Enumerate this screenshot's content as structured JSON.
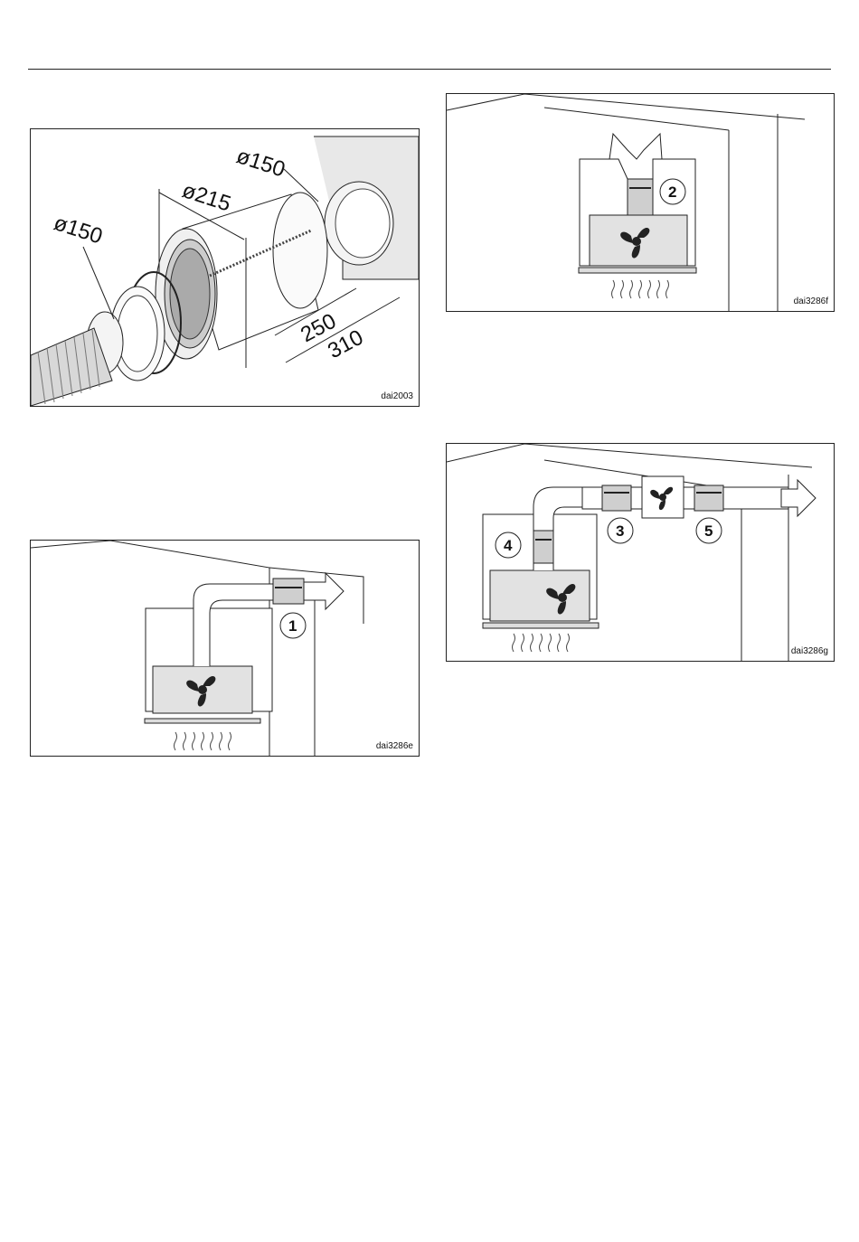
{
  "figures": {
    "filter": {
      "code": "dai2003",
      "dims": {
        "d_outlet": "ø150",
        "d_body": "ø215",
        "d_inlet": "ø150",
        "len_inner": "250",
        "len_outer": "310"
      }
    },
    "install1": {
      "code": "dai3286e",
      "marker": "1"
    },
    "install2": {
      "code": "dai3286f",
      "marker": "2"
    },
    "install3": {
      "code": "dai3286g",
      "markers": [
        "4",
        "3",
        "5"
      ]
    }
  }
}
